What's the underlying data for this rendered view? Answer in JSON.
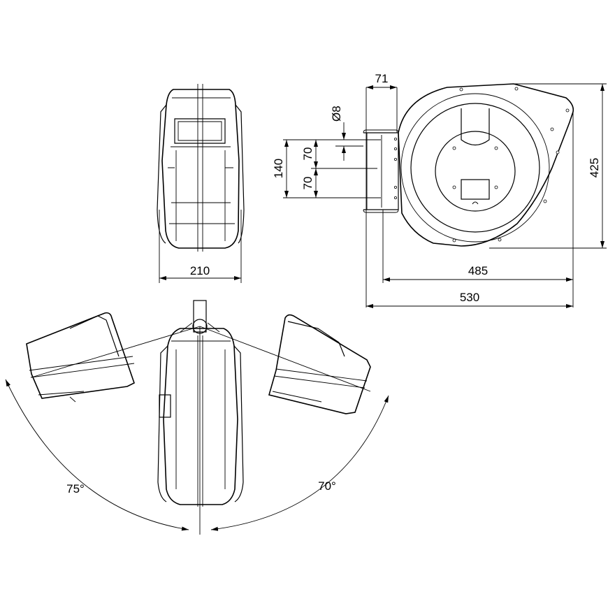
{
  "diagram": {
    "line_color": "#000000",
    "background": "#ffffff",
    "dimensions": {
      "front_width": "210",
      "bracket_depth": "71",
      "hole_diameter": "Ø8",
      "bracket_height_total": "140",
      "bracket_half_top": "70",
      "bracket_half_bottom": "70",
      "side_height": "425",
      "side_width_inner": "485",
      "side_width_total": "530",
      "swivel_left": "75°",
      "swivel_right": "70°"
    }
  }
}
